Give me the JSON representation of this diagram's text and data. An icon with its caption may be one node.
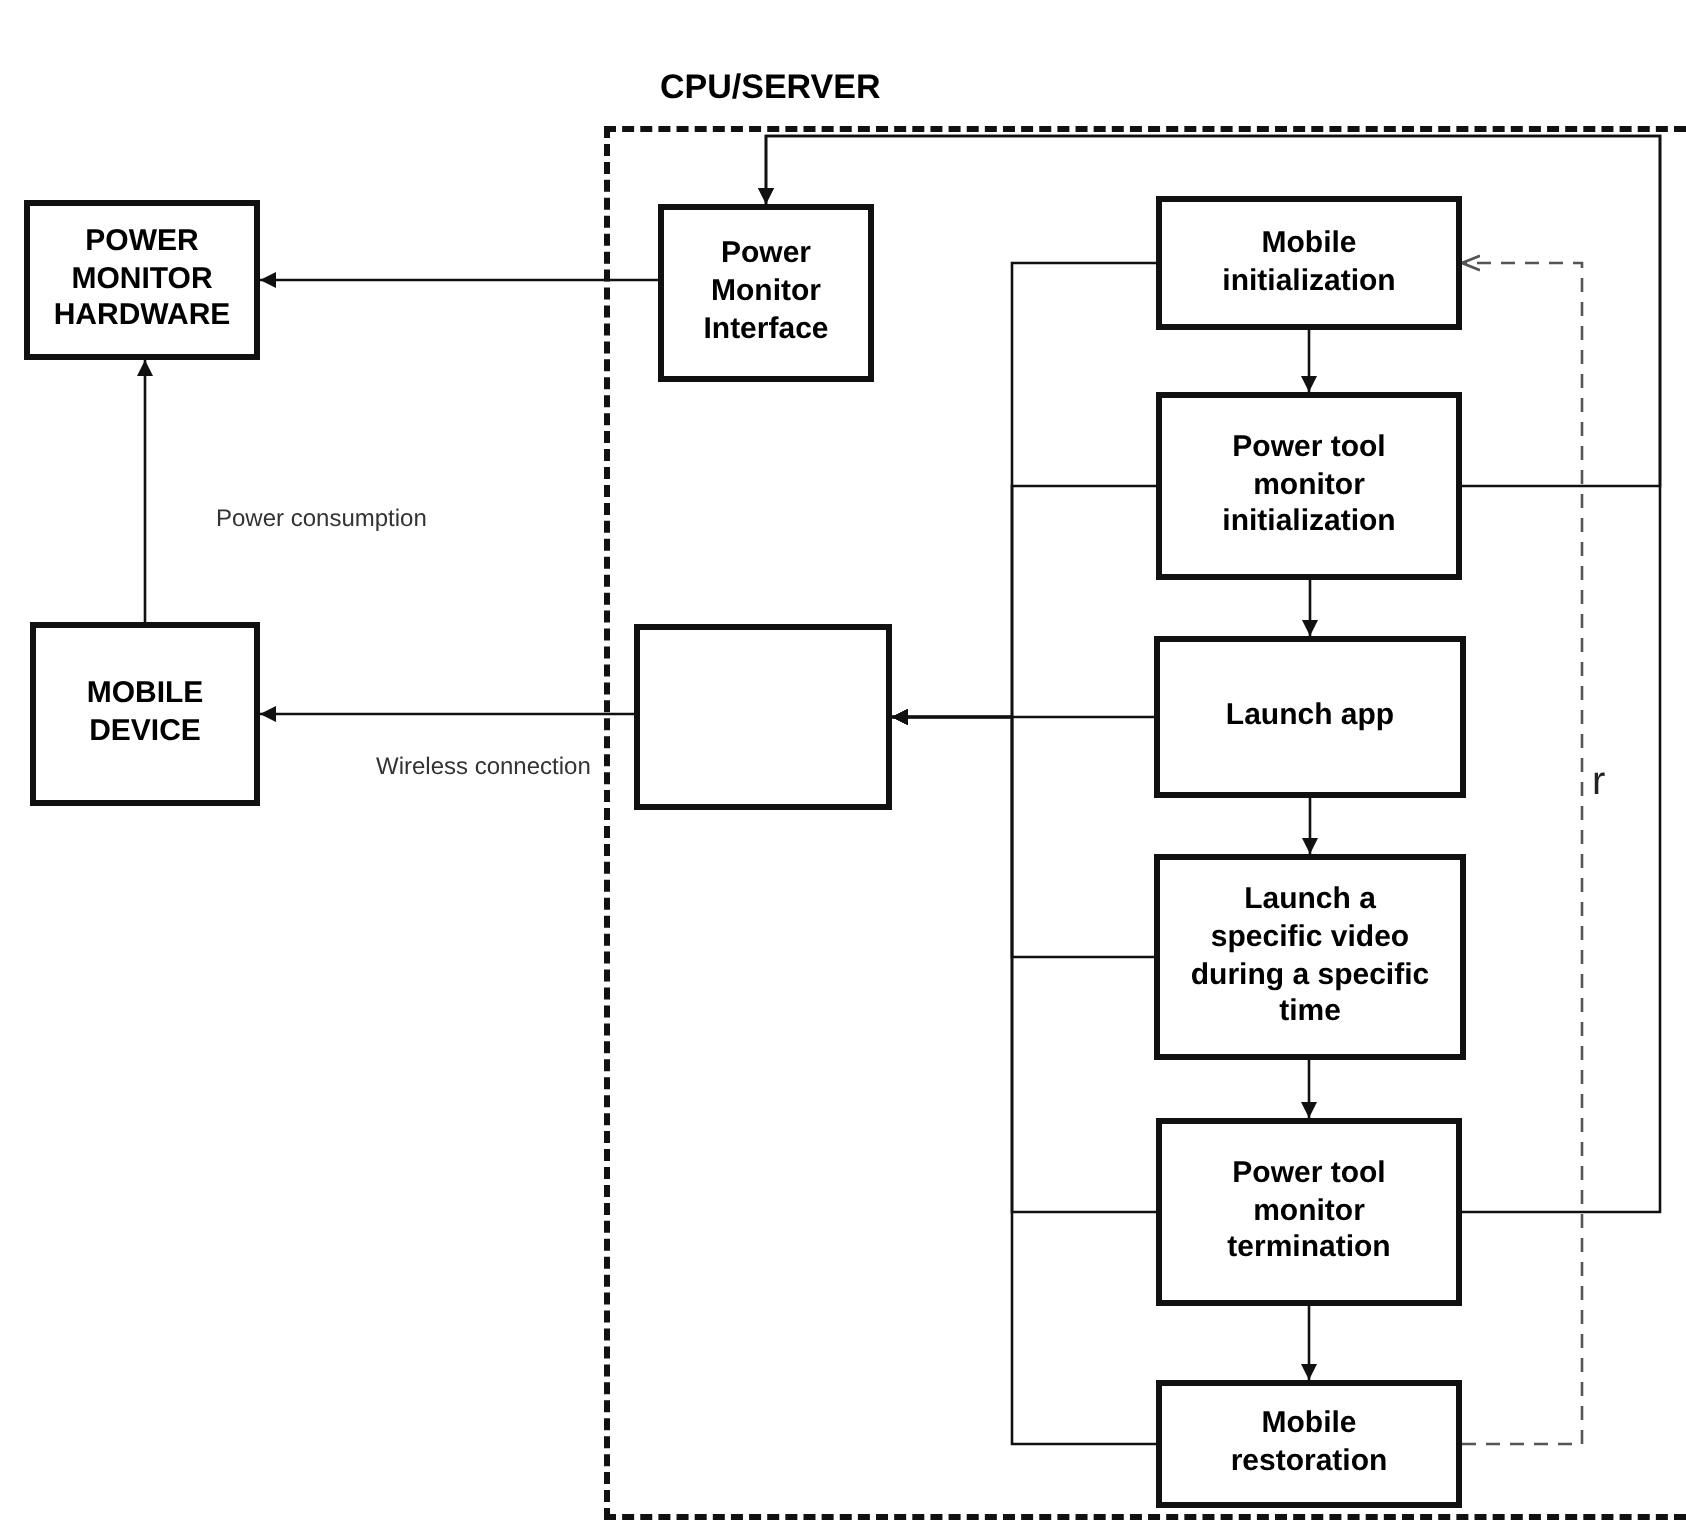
{
  "diagram": {
    "nodes": [
      {
        "text": [
          "CPU/SERVER"
        ]
      },
      {
        "text": [
          "POWER MONITOR HARDWARE"
        ]
      },
      {
        "text": [
          "MOBILE DEVICE"
        ]
      },
      {
        "text": [
          "Power Monitor Interface"
        ],
        "in": 0
      },
      {
        "text": [],
        "shape": "box",
        "in": 0
      },
      {
        "text": [
          "Mobile initialization"
        ],
        "in": 0
      },
      {
        "text": [
          "Power tool monitor initialization"
        ],
        "in": 0
      },
      {
        "text": [
          "Launch app"
        ],
        "in": 0
      },
      {
        "text": [
          "Launch a specific video during a specific time"
        ],
        "in": 0
      },
      {
        "text": [
          "Power tool monitor termination"
        ],
        "in": 0
      },
      {
        "text": [
          "Mobile restoration"
        ],
        "in": 0
      }
    ],
    "edges": [
      {
        "from": 3,
        "to": 1,
        "arrow": "to"
      },
      {
        "from": 2,
        "to": 1,
        "arrow": "to",
        "label": "Power consumption"
      },
      {
        "from": 4,
        "to": 2,
        "arrow": "to",
        "label": "Wireless connection"
      },
      {
        "from": 5,
        "to": 6,
        "arrow": "to"
      },
      {
        "from": 6,
        "to": 7,
        "arrow": "to"
      },
      {
        "from": 7,
        "to": 8,
        "arrow": "to"
      },
      {
        "from": 8,
        "to": 9,
        "arrow": "to"
      },
      {
        "from": 9,
        "to": 10,
        "arrow": "to"
      },
      {
        "from": 5,
        "to": 4,
        "arrow": "to"
      },
      {
        "from": 6,
        "to": 4,
        "arrow": "to"
      },
      {
        "from": 7,
        "to": 4,
        "arrow": "to"
      },
      {
        "from": 8,
        "to": 4,
        "arrow": "to"
      },
      {
        "from": 9,
        "to": 4,
        "arrow": "to"
      },
      {
        "from": 10,
        "to": 4,
        "arrow": "to"
      },
      {
        "from": 6,
        "to": 3,
        "arrow": "to"
      },
      {
        "from": 9,
        "to": 3,
        "arrow": "to"
      },
      {
        "from": 10,
        "to": 5,
        "arrow": "to",
        "style": "dashed",
        "color": "#555555"
      }
    ],
    "labels": [
      "r"
    ]
  }
}
